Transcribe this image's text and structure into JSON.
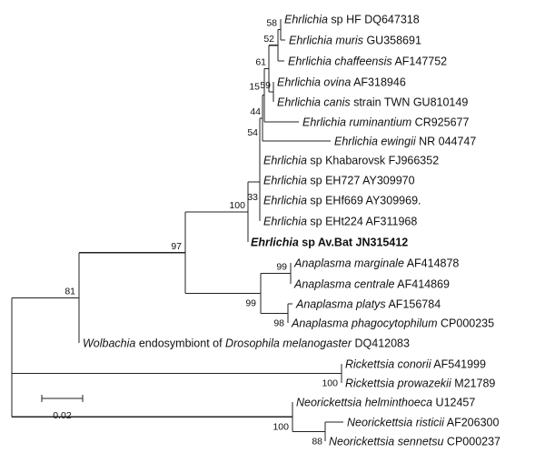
{
  "tree": {
    "leaves": [
      {
        "id": "ehr_hf",
        "label": [
          {
            "text": "Ehrlichia",
            "italic": true
          },
          {
            "text": " sp HF DQ647318",
            "italic": false
          }
        ]
      },
      {
        "id": "ehr_muris",
        "label": [
          {
            "text": "Ehrlichia muris",
            "italic": true
          },
          {
            "text": " GU358691",
            "italic": false
          }
        ]
      },
      {
        "id": "ehr_chaff",
        "label": [
          {
            "text": "Ehrlichia chaffeensis",
            "italic": true
          },
          {
            "text": " AF147752",
            "italic": false
          }
        ]
      },
      {
        "id": "ehr_ovina",
        "label": [
          {
            "text": "Ehrlichia ovina",
            "italic": true
          },
          {
            "text": " AF318946",
            "italic": false
          }
        ]
      },
      {
        "id": "ehr_canis",
        "label": [
          {
            "text": "Ehrlichia canis",
            "italic": true
          },
          {
            "text": " strain TWN GU810149",
            "italic": false
          }
        ]
      },
      {
        "id": "ehr_rumin",
        "label": [
          {
            "text": "Ehrlichia ruminantium",
            "italic": true
          },
          {
            "text": " CR925677",
            "italic": false
          }
        ]
      },
      {
        "id": "ehr_ewingii",
        "label": [
          {
            "text": "Ehrlichia ewingii",
            "italic": true
          },
          {
            "text": " NR 044747",
            "italic": false
          }
        ]
      },
      {
        "id": "ehr_khab",
        "label": [
          {
            "text": "Ehrlichia",
            "italic": true
          },
          {
            "text": " sp Khabarovsk FJ966352",
            "italic": false
          }
        ]
      },
      {
        "id": "ehr_eh727",
        "label": [
          {
            "text": "Ehrlichia",
            "italic": true
          },
          {
            "text": " sp EH727 AY309970",
            "italic": false
          }
        ]
      },
      {
        "id": "ehr_ehf669",
        "label": [
          {
            "text": "Ehrlichia",
            "italic": true
          },
          {
            "text": " sp EHf669 AY309969.",
            "italic": false
          }
        ]
      },
      {
        "id": "ehr_eht224",
        "label": [
          {
            "text": "Ehrlichia",
            "italic": true
          },
          {
            "text": " sp EHt224 AF311968",
            "italic": false
          }
        ]
      },
      {
        "id": "ehr_avbat",
        "label": [
          {
            "text": "Ehrlichia",
            "italic": true,
            "bold": true
          },
          {
            "text": " sp Av.Bat JN315412",
            "italic": false,
            "bold": true
          }
        ]
      },
      {
        "id": "ana_marg",
        "label": [
          {
            "text": "Anaplasma marginale",
            "italic": true
          },
          {
            "text": " AF414878",
            "italic": false
          }
        ]
      },
      {
        "id": "ana_cent",
        "label": [
          {
            "text": "Anaplasma centrale",
            "italic": true
          },
          {
            "text": " AF414869",
            "italic": false
          }
        ]
      },
      {
        "id": "ana_plat",
        "label": [
          {
            "text": "Anaplasma platys",
            "italic": true
          },
          {
            "text": " AF156784",
            "italic": false
          }
        ]
      },
      {
        "id": "ana_phag",
        "label": [
          {
            "text": "Anaplasma phagocytophilum",
            "italic": true
          },
          {
            "text": " CP000235",
            "italic": false
          }
        ]
      },
      {
        "id": "wolb",
        "label": [
          {
            "text": "Wolbachia",
            "italic": true
          },
          {
            "text": " endosymbiont of ",
            "italic": false
          },
          {
            "text": "Drosophila melanogaster",
            "italic": true
          },
          {
            "text": " DQ412083",
            "italic": false
          }
        ]
      },
      {
        "id": "rick_con",
        "label": [
          {
            "text": "Rickettsia conorii",
            "italic": true
          },
          {
            "text": " AF541999",
            "italic": false
          }
        ]
      },
      {
        "id": "rick_prow",
        "label": [
          {
            "text": "Rickettsia prowazekii",
            "italic": true
          },
          {
            "text": " M21789",
            "italic": false
          }
        ]
      },
      {
        "id": "neo_helm",
        "label": [
          {
            "text": "Neorickettsia helminthoeca",
            "italic": true
          },
          {
            "text": " U12457",
            "italic": false
          }
        ]
      },
      {
        "id": "neo_rist",
        "label": [
          {
            "text": "Neorickettsia risticii",
            "italic": true
          },
          {
            "text": " AF206300",
            "italic": false
          }
        ]
      },
      {
        "id": "neo_senn",
        "label": [
          {
            "text": "Neorickettsia sennetsu",
            "italic": true
          },
          {
            "text": " CP000237",
            "italic": false
          }
        ]
      }
    ],
    "support_values": {
      "hf_muris": "58",
      "hf_chaff": "52",
      "ovina_canis": "59",
      "chaff_ovina": "61",
      "with_rumin": "15",
      "with_ewingii": "44",
      "ewingii_group": "54",
      "khab_group": "33",
      "ehrlichia": "100",
      "with_avbat": "97",
      "marg_cent": "99",
      "anaplasma": "99",
      "plat_phag": "98",
      "with_wolbachia": "81",
      "rickettsia": "100",
      "rist_senn": "88",
      "neorickettsia": "100"
    },
    "scale_bar": {
      "label": "0.02",
      "value": 0.02
    }
  }
}
